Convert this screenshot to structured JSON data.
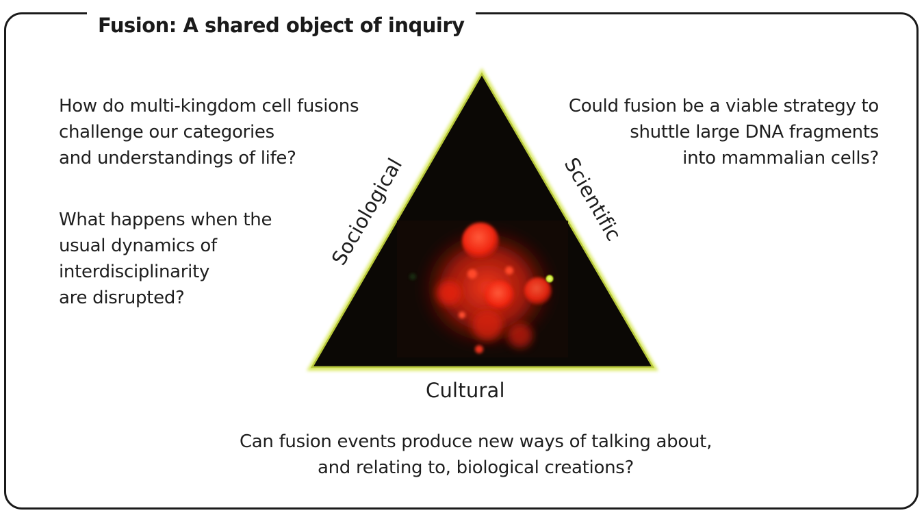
{
  "title": "Fusion: A shared object of inquiry",
  "questions": {
    "top_left": "How do multi-kingdom cell fusions\nchallenge our categories\nand understandings of life?",
    "mid_left": "What happens when the\nusual dynamics of\ninterdisciplinarity\nare disrupted?",
    "top_right": "Could fusion be a viable strategy to\nshuttle large DNA fragments\ninto mammalian cells?",
    "bottom": "Can fusion events produce new ways of talking about,\nand relating to, biological creations?"
  },
  "triangle": {
    "left_side": "Sociological",
    "right_side": "Scientific",
    "base": "Cultural",
    "fill_color": "#0b0805",
    "edge_color": "#c9d94a",
    "image": "fluorescent-cell-fusion-micrograph"
  }
}
